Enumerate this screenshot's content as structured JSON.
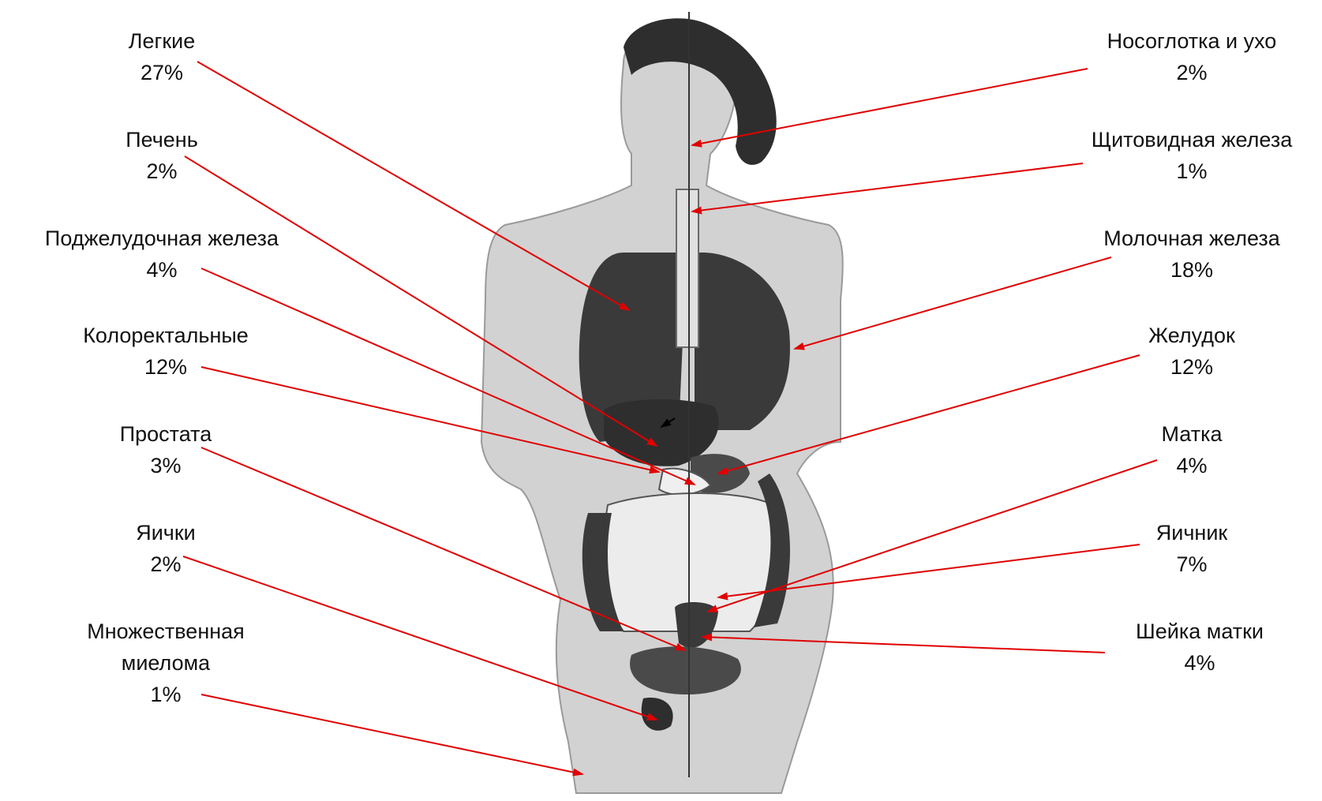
{
  "colors": {
    "leader_line": "#e00000",
    "body": "#c9c9c9",
    "organs": "#3a3a3a",
    "text": "#111111"
  },
  "labels": {
    "lungs": {
      "name": "Легкие",
      "value": "27%"
    },
    "liver": {
      "name": "Печень",
      "value": "2%"
    },
    "pancreas": {
      "name": "Поджелудочная железа",
      "value": "4%"
    },
    "colorectal": {
      "name": "Колоректальные",
      "value": "12%"
    },
    "prostate": {
      "name": "Простата",
      "value": "3%"
    },
    "testes": {
      "name": "Яички",
      "value": "2%"
    },
    "myeloma": {
      "name_line1": "Множественная",
      "name_line2": "миелома",
      "value": "1%"
    },
    "nasopharynx": {
      "name": "Носоглотка и ухо",
      "value": "2%"
    },
    "thyroid": {
      "name": "Щитовидная железа",
      "value": "1%"
    },
    "breast": {
      "name": "Молочная железа",
      "value": "18%"
    },
    "stomach": {
      "name": "Желудок",
      "value": "12%"
    },
    "uterus": {
      "name": "Матка",
      "value": "4%"
    },
    "ovary": {
      "name": "Яичник",
      "value": "7%"
    },
    "cervix": {
      "name": "Шейка матки",
      "value": "4%"
    }
  }
}
